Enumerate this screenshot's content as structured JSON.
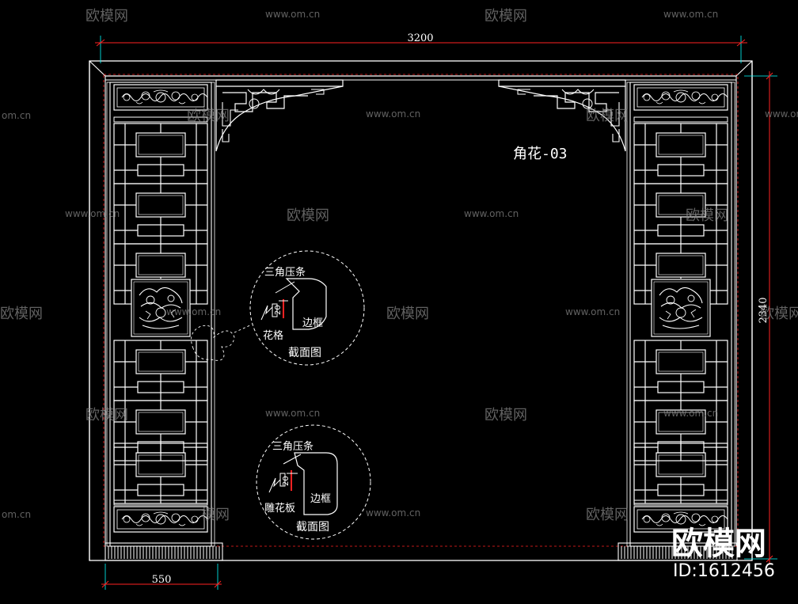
{
  "drawing": {
    "dim_width": "3200",
    "dim_height": "2340",
    "dim_pillar": "550",
    "corner_label": "角花-03",
    "detail_a": {
      "top_label": "三角压条",
      "number": "20",
      "left_label": "花格",
      "right_label": "边框",
      "section_label": "截面图"
    },
    "detail_b": {
      "top_label": "三角压条",
      "number": "20",
      "left_label": "雕花板",
      "right_label": "边框",
      "section_label": "截面图"
    }
  },
  "watermark": {
    "brand": "欧模网",
    "site": "www.om.cn",
    "site_short": "om.cn",
    "brand_partial": "模网",
    "big_brand": "欧模网",
    "id_text": "ID:1612456"
  },
  "colors": {
    "background": "#000000",
    "lines": "#ffffff",
    "dimension": "#ff2222",
    "dashed": "#ff2222",
    "extension": "#00ffff",
    "watermark": "#8a8a8a"
  }
}
